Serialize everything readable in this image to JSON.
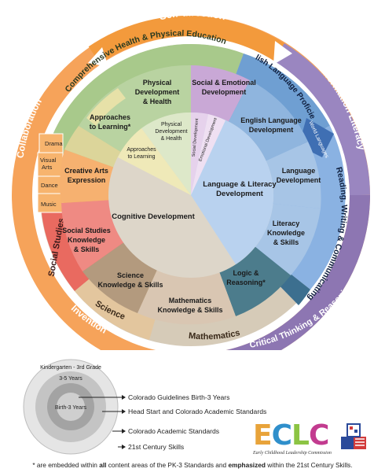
{
  "outer_ring": {
    "top": "Self-direction",
    "left": "Collaboration",
    "right": "Information Literacy",
    "bottom_left": "Invention",
    "bottom_right": "Critical Thinking & Reasoning"
  },
  "ring_2": {
    "health": "Comprehensive Health & Physical Education",
    "english": "English Language Proficiency",
    "reading": "Reading, Writing & Communicating",
    "mathematics": "Mathematics",
    "science": "Science",
    "social_studies": "Social Studies",
    "world_languages": "World Languages",
    "drama": "Drama",
    "visual_arts": "Visual Arts",
    "dance": "Dance",
    "music": "Music"
  },
  "ring_3": {
    "physical": "Physical Development & Health",
    "social_emotional": "Social & Emotional Development",
    "english_lang": "English Language Development",
    "language": "Language Development",
    "literacy": "Literacy Knowledge & Skills",
    "logic": "Logic & Reasoning*",
    "math": "Mathematics Knowledge & Skills",
    "science": "Science Knowledge & Skills",
    "social_studies": "Social Studies Knowledge & Skills",
    "creative_arts": "Creative Arts Expression",
    "approaches": "Approaches to Learning*"
  },
  "center": {
    "approaches": "Approaches to Learning",
    "physical": "Physical Development & Health",
    "social": "Social Development",
    "emotional": "Emotional Development",
    "language_literacy": "Language & Literacy Development",
    "cognitive": "Cognitive Development"
  },
  "legend": {
    "ring_outer": "Kindergarten - 3rd Grade",
    "ring_mid": "3-5 Years",
    "ring_inner": "Birth-3 Years",
    "line1": "Colorado Guidelines Birth-3 Years",
    "line2": "Head Start and Colorado Academic Standards",
    "line3": "Colorado Academic Standards",
    "line4": "21st Century Skills"
  },
  "logo": {
    "letters": [
      "E",
      "C",
      "L",
      "C"
    ],
    "letter_colors": [
      "#e8a33a",
      "#2f8fcb",
      "#8cc443",
      "#c23b8f"
    ],
    "subtitle": "Early Childhood Leadership Commission"
  },
  "footnote": {
    "prefix": "* are embedded within ",
    "bold1": "all",
    "mid": " content areas of the PK-3 Standards and ",
    "bold2": "emphasized",
    "suffix": " within the 21st Century Skills."
  },
  "colors": {
    "self_direction": "#f28b2c",
    "critical_thinking": "#7d6aa3",
    "information_literacy": "#8e6bb0",
    "health": "#a7c98a",
    "english": "#6d9fd1",
    "reading": "#86b0e0",
    "mathematics": "#c9b8a2",
    "science": "#e0c39b",
    "social_studies": "#e86b62",
    "arts": "#f4a460"
  }
}
